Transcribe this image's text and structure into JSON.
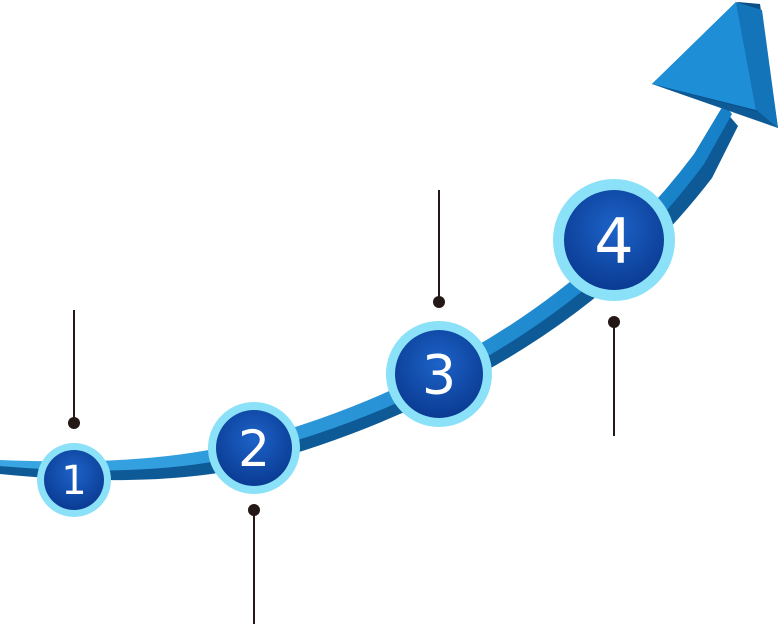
{
  "colors": {
    "arrow_top": "#2b9ad9",
    "arrow_side": "#0d5a97",
    "ring": "#8be1f7",
    "circle_inner": "#0a3f98",
    "circle_outer": "#1a5cc0",
    "connector": "#231815"
  },
  "steps": [
    {
      "label": "1"
    },
    {
      "label": "2"
    },
    {
      "label": "3"
    },
    {
      "label": "4"
    }
  ]
}
